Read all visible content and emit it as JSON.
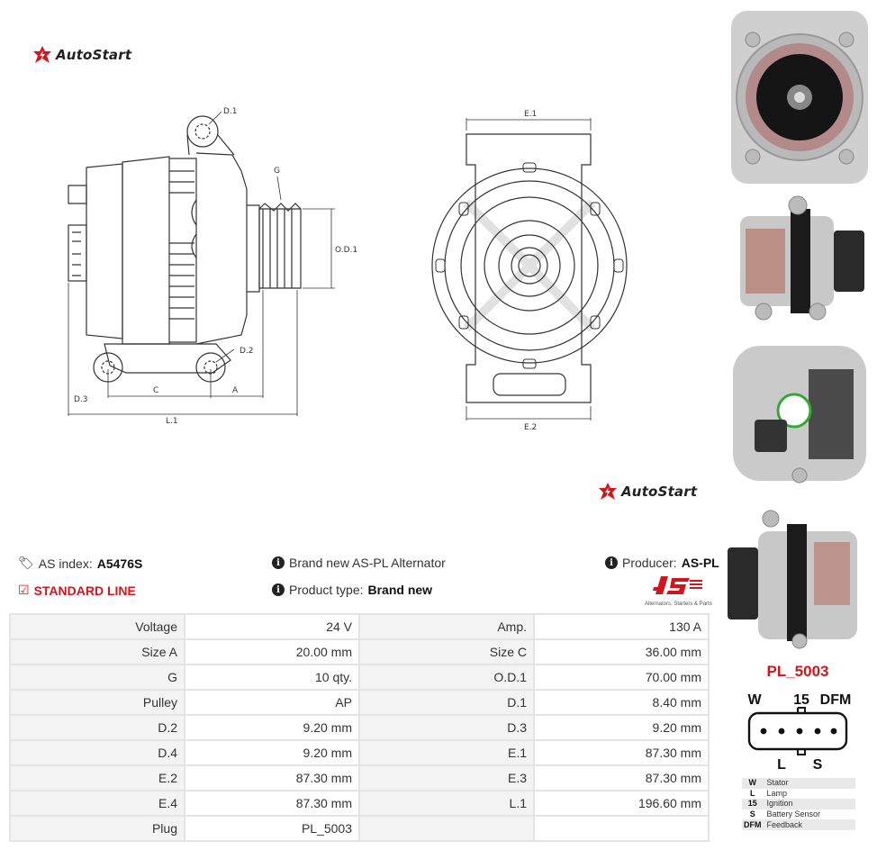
{
  "brand": {
    "name": "AutoStart",
    "accent_color": "#d0161d"
  },
  "drawing_labels": {
    "side": [
      "D.1",
      "G",
      "O.D.1",
      "D.2",
      "D.3",
      "C",
      "A",
      "L.1"
    ],
    "front": [
      "E.1",
      "E.2"
    ]
  },
  "info": {
    "as_index_label": "AS index:",
    "as_index_value": "A5476S",
    "line": "STANDARD LINE",
    "description": "Brand new AS-PL Alternator",
    "product_type_label": "Product type:",
    "product_type_value": "Brand new",
    "producer_label": "Producer:",
    "producer_value": "AS-PL",
    "as_logo_tagline": "Alternators, Starters & Parts"
  },
  "specs": [
    [
      "Voltage",
      "24 V",
      "Amp.",
      "130 A"
    ],
    [
      "Size A",
      "20.00 mm",
      "Size C",
      "36.00 mm"
    ],
    [
      "G",
      "10 qty.",
      "O.D.1",
      "70.00 mm"
    ],
    [
      "Pulley",
      "AP",
      "D.1",
      "8.40 mm"
    ],
    [
      "D.2",
      "9.20 mm",
      "D.3",
      "9.20 mm"
    ],
    [
      "D.4",
      "9.20 mm",
      "E.1",
      "87.30 mm"
    ],
    [
      "E.2",
      "87.30 mm",
      "E.3",
      "87.30 mm"
    ],
    [
      "E.4",
      "87.30 mm",
      "L.1",
      "196.60 mm"
    ],
    [
      "Plug",
      "PL_5003",
      "",
      ""
    ]
  ],
  "plug": {
    "code": "PL_5003",
    "top_pins": [
      "W",
      "15",
      "DFM"
    ],
    "bottom_pins": [
      "L",
      "S"
    ],
    "legend": [
      {
        "pin": "W",
        "desc": "Stator"
      },
      {
        "pin": "L",
        "desc": "Lamp"
      },
      {
        "pin": "15",
        "desc": "Ignition"
      },
      {
        "pin": "S",
        "desc": "Battery Sensor"
      },
      {
        "pin": "DFM",
        "desc": "Feedback"
      }
    ]
  }
}
